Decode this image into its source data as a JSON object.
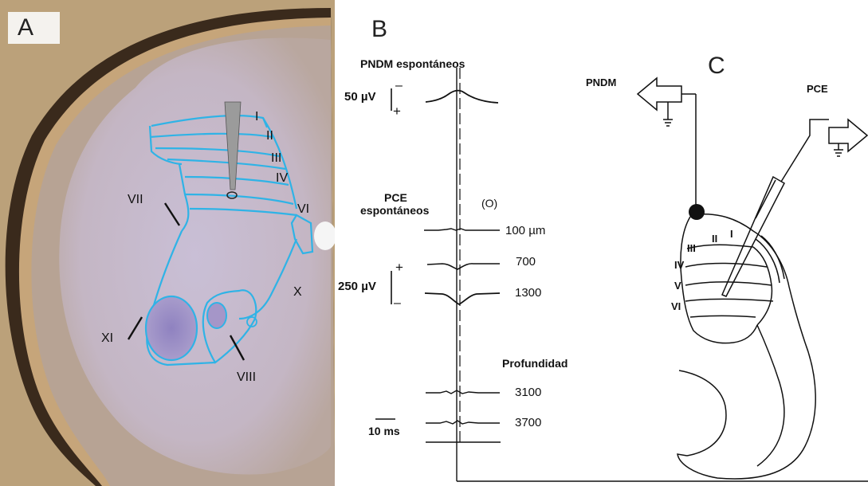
{
  "panel_a": {
    "letter": "A",
    "layers": {
      "I": "I",
      "II": "II",
      "III": "III",
      "IV": "IV",
      "VI": "VI",
      "VII": "VII",
      "VIII": "VIII",
      "X": "X",
      "XI": "XI"
    }
  },
  "panel_b": {
    "letter": "B",
    "spont_title": "PNDM espontáneos",
    "pce_title_1": "PCE",
    "pce_title_2": "espontáneos",
    "marker": "(O)",
    "scale_top_value": "50 µV",
    "scale_top_minus": "–",
    "scale_top_plus": "+",
    "scale_mid_value": "250 µV",
    "scale_mid_plus": "+",
    "scale_mid_minus": "–",
    "depth_header": "Profundidad",
    "depths": [
      "100 µm",
      "700",
      "1300",
      "3100",
      "3700"
    ],
    "time_scale": "10 ms"
  },
  "panel_c": {
    "letter": "C",
    "pndm_label": "PNDM",
    "pce_label": "PCE",
    "layers": {
      "I": "I",
      "II": "II",
      "III": "III",
      "IV": "IV",
      "V": "V",
      "VI": "VI"
    }
  },
  "colors": {
    "slice_bg": "#b8a690",
    "tissue": "#cfc2d4",
    "outline": "#2fb3e6",
    "ink": "#111111"
  }
}
